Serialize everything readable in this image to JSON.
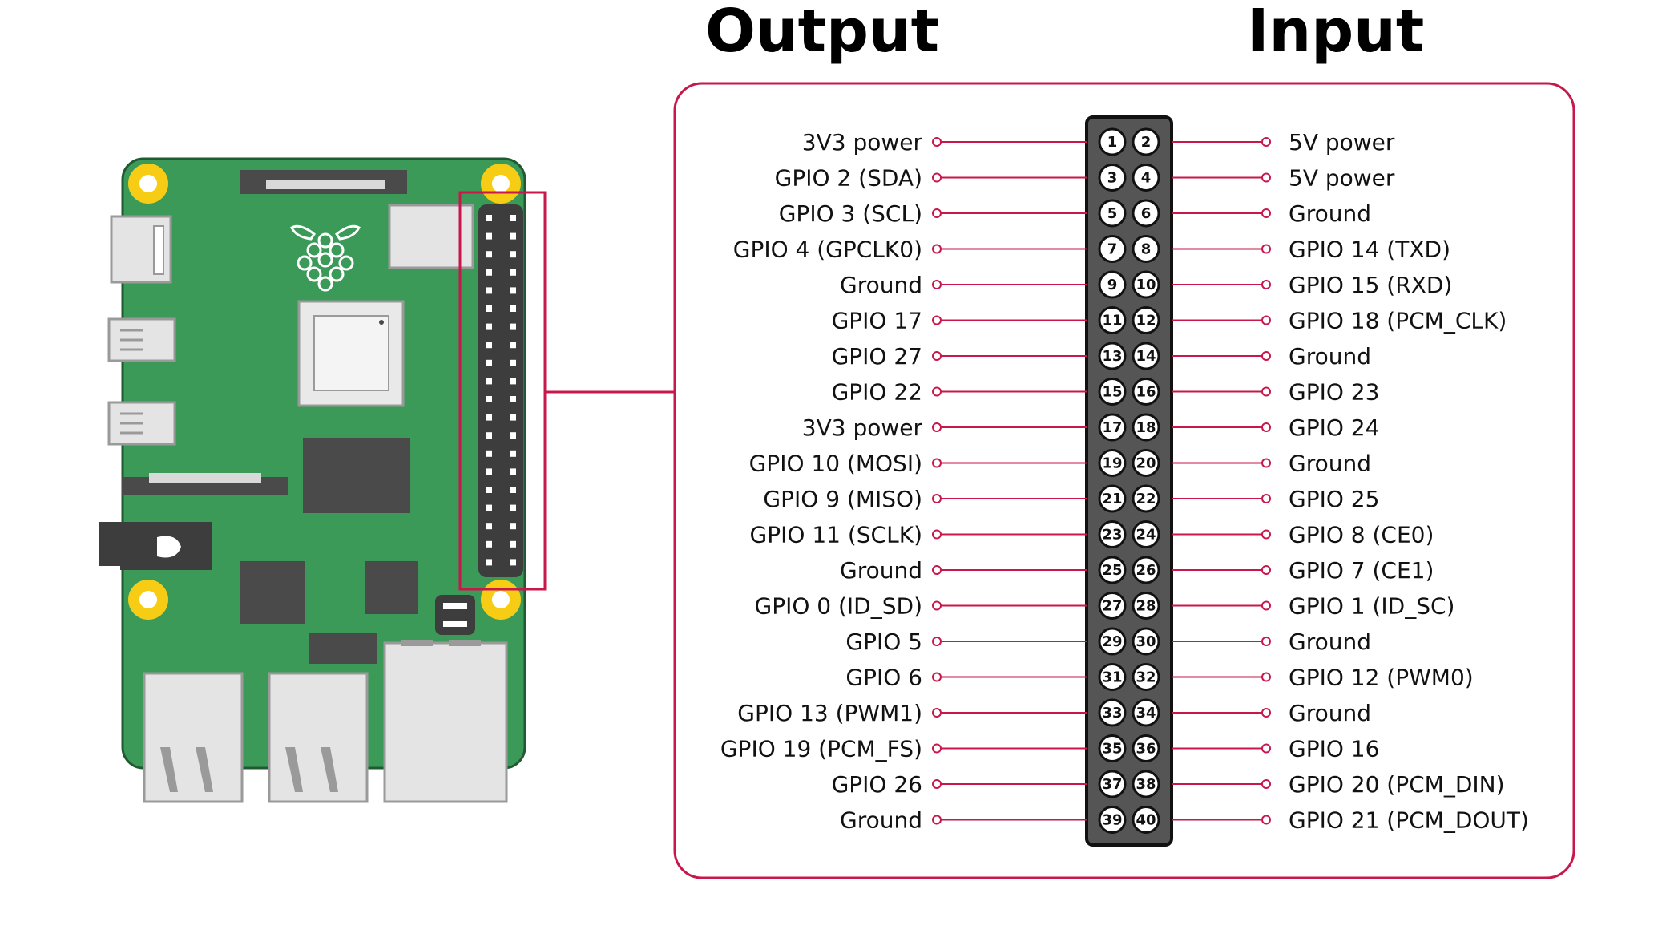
{
  "headings": {
    "output": "Output",
    "input": "Input"
  },
  "colors": {
    "board_green": "#3c9a59",
    "board_outline": "#1f5a33",
    "accent": "#c7174b",
    "header_dark": "#3d3d3d",
    "mount_yellow": "#f7cc14",
    "chip_dark": "#4a4a4a",
    "port_silver": "#d9d9d9"
  },
  "board": {
    "components": [
      "mounting-hole",
      "usb-c-port",
      "micro-hdmi-port",
      "audio-jack",
      "usb-port",
      "ethernet-port",
      "soc-chip",
      "ram-chip",
      "gpio-header",
      "raspberry-logo"
    ]
  },
  "pins": {
    "left": [
      {
        "num": "1",
        "label": "3V3 power"
      },
      {
        "num": "3",
        "label": "GPIO 2 (SDA)"
      },
      {
        "num": "5",
        "label": "GPIO 3 (SCL)"
      },
      {
        "num": "7",
        "label": "GPIO 4 (GPCLK0)"
      },
      {
        "num": "9",
        "label": "Ground"
      },
      {
        "num": "11",
        "label": "GPIO 17"
      },
      {
        "num": "13",
        "label": "GPIO 27"
      },
      {
        "num": "15",
        "label": "GPIO 22"
      },
      {
        "num": "17",
        "label": "3V3 power"
      },
      {
        "num": "19",
        "label": "GPIO 10 (MOSI)"
      },
      {
        "num": "21",
        "label": "GPIO 9 (MISO)"
      },
      {
        "num": "23",
        "label": "GPIO 11 (SCLK)"
      },
      {
        "num": "25",
        "label": "Ground"
      },
      {
        "num": "27",
        "label": "GPIO 0 (ID_SD)"
      },
      {
        "num": "29",
        "label": "GPIO 5"
      },
      {
        "num": "31",
        "label": "GPIO 6"
      },
      {
        "num": "33",
        "label": "GPIO 13 (PWM1)"
      },
      {
        "num": "35",
        "label": "GPIO 19 (PCM_FS)"
      },
      {
        "num": "37",
        "label": "GPIO 26"
      },
      {
        "num": "39",
        "label": "Ground"
      }
    ],
    "right": [
      {
        "num": "2",
        "label": "5V power"
      },
      {
        "num": "4",
        "label": "5V power"
      },
      {
        "num": "6",
        "label": "Ground"
      },
      {
        "num": "8",
        "label": "GPIO 14 (TXD)"
      },
      {
        "num": "10",
        "label": "GPIO 15 (RXD)"
      },
      {
        "num": "12",
        "label": "GPIO 18 (PCM_CLK)"
      },
      {
        "num": "14",
        "label": "Ground"
      },
      {
        "num": "16",
        "label": "GPIO 23"
      },
      {
        "num": "18",
        "label": "GPIO 24"
      },
      {
        "num": "20",
        "label": "Ground"
      },
      {
        "num": "22",
        "label": "GPIO 25"
      },
      {
        "num": "24",
        "label": "GPIO 8 (CE0)"
      },
      {
        "num": "26",
        "label": "GPIO 7 (CE1)"
      },
      {
        "num": "28",
        "label": "GPIO 1 (ID_SC)"
      },
      {
        "num": "30",
        "label": "Ground"
      },
      {
        "num": "32",
        "label": "GPIO 12 (PWM0)"
      },
      {
        "num": "34",
        "label": "Ground"
      },
      {
        "num": "36",
        "label": "GPIO 16"
      },
      {
        "num": "38",
        "label": "GPIO 20 (PCM_DIN)"
      },
      {
        "num": "40",
        "label": "GPIO 21 (PCM_DOUT)"
      }
    ]
  }
}
